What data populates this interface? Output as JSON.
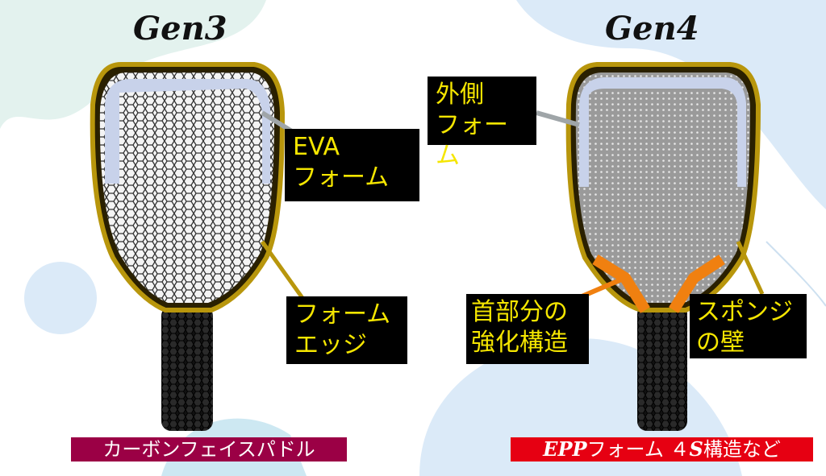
{
  "left": {
    "title": "Gen3",
    "labels": {
      "eva_line1": "EVA",
      "eva_line2": "フォーム",
      "edge_line1": "フォーム",
      "edge_line2": "エッジ"
    },
    "caption": "カーボンフェイスパドル"
  },
  "right": {
    "title": "Gen4",
    "labels": {
      "outer_line1": "外側",
      "outer_line2": "フォーム",
      "neck_line1": "首部分の",
      "neck_line2": "強化構造",
      "wall_line1": "スポンジ",
      "wall_line2": "の壁"
    },
    "caption_bold1": "EPP",
    "caption_text1": "フォーム ４",
    "caption_bold2": "S",
    "caption_text2": "構造など"
  },
  "colors": {
    "caption_left": "#9b0045",
    "caption_right": "#e60012",
    "label_text": "#f5e600",
    "edge": "#b8960c"
  }
}
